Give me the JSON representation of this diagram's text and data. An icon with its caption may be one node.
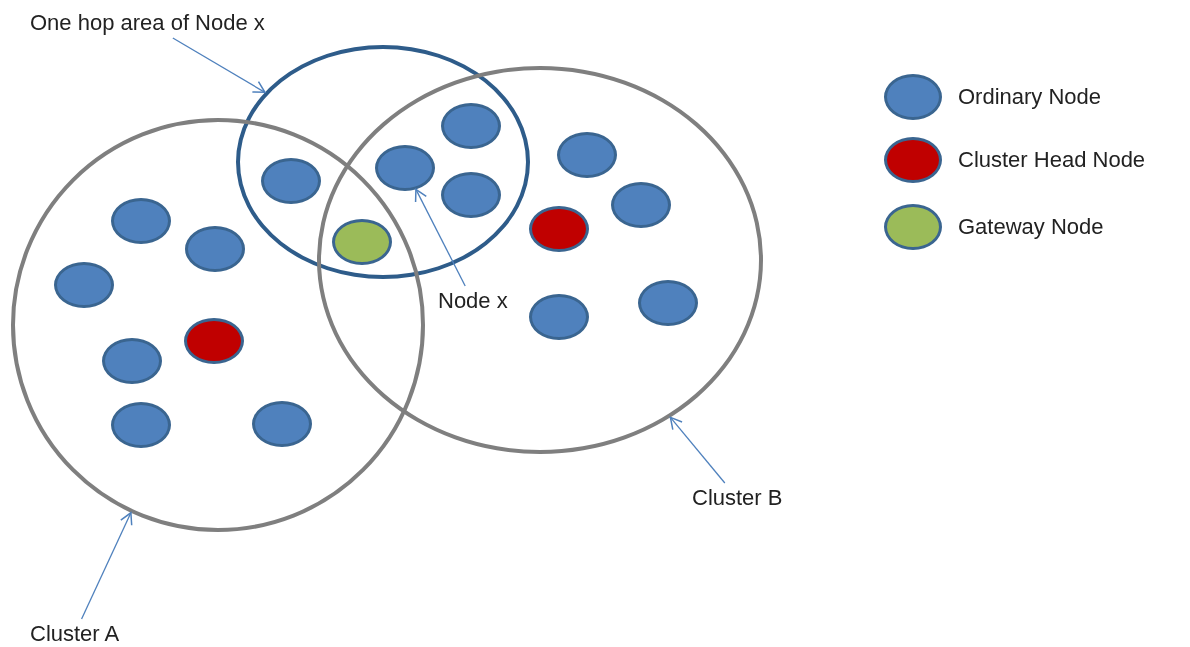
{
  "diagram": {
    "nodes": [
      {
        "text": [
          "One hop area of Node x"
        ]
      },
      {
        "text": [],
        "shape": "circle"
      },
      {
        "text": [],
        "shape": "circle"
      },
      {
        "text": [],
        "shape": "circle"
      },
      {
        "text": [],
        "shape": "circle",
        "in": 2
      },
      {
        "text": [],
        "shape": "circle",
        "in": 2
      },
      {
        "text": [],
        "shape": "circle",
        "in": 2
      },
      {
        "text": [],
        "shape": "circle",
        "in": 2
      },
      {
        "text": [],
        "shape": "circle",
        "in": 2
      },
      {
        "text": [],
        "shape": "circle",
        "in": 2
      },
      {
        "text": [],
        "shape": "circle",
        "in": 2
      },
      {
        "text": [],
        "shape": "circle"
      },
      {
        "text": [],
        "shape": "circle"
      },
      {
        "text": [],
        "shape": "circle"
      },
      {
        "text": [],
        "shape": "circle"
      },
      {
        "text": [],
        "shape": "circle"
      },
      {
        "text": [],
        "shape": "circle",
        "in": 3
      },
      {
        "text": [],
        "shape": "circle",
        "in": 3
      },
      {
        "text": [],
        "shape": "circle",
        "in": 3
      },
      {
        "text": [],
        "shape": "circle",
        "in": 3
      },
      {
        "text": [],
        "shape": "circle",
        "in": 3
      },
      {
        "text": [
          "Node x"
        ],
        "in": 3
      },
      {
        "text": [
          "Cluster B"
        ]
      },
      {
        "text": [
          "Cluster A"
        ]
      }
    ],
    "edges": [
      {
        "from": 0,
        "to": 1,
        "arrow": "to"
      },
      {
        "from": 21,
        "to": 12,
        "arrow": "to"
      },
      {
        "from": 22,
        "to": 3,
        "arrow": "to"
      },
      {
        "from": 23,
        "to": 2,
        "arrow": "to"
      }
    ],
    "legend": [
      {
        "text": "Ordinary Node",
        "color": "#4f81bd"
      },
      {
        "text": "Cluster Head Node",
        "color": "#c00000"
      },
      {
        "text": "Gateway Node",
        "color": "#9bbb59"
      }
    ]
  }
}
